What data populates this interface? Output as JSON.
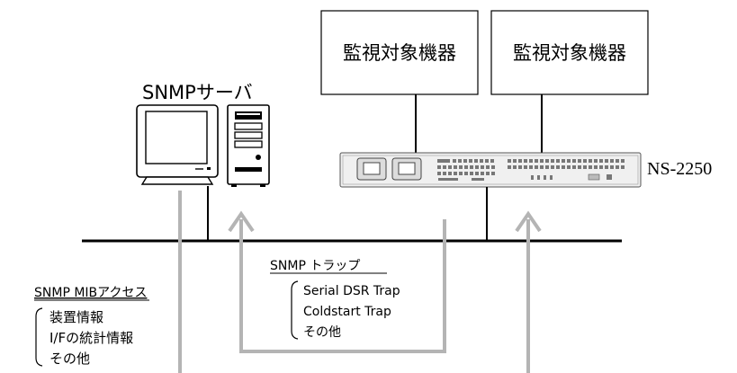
{
  "devices": {
    "monitored_1": "監視対象機器",
    "monitored_2": "監視対象機器",
    "server_label": "SNMPサーバ",
    "device_model": "NS-2250"
  },
  "mib_access": {
    "title": "SNMP MIBアクセス",
    "items": [
      "装置情報",
      "I/Fの統計情報",
      "その他"
    ]
  },
  "trap": {
    "title": "SNMP トラップ",
    "items": [
      "Serial DSR Trap",
      "Coldstart Trap",
      "その他"
    ]
  },
  "colors": {
    "arrow": "#b4b4b4",
    "line": "#000000",
    "device_body": "#f0f0f0"
  }
}
